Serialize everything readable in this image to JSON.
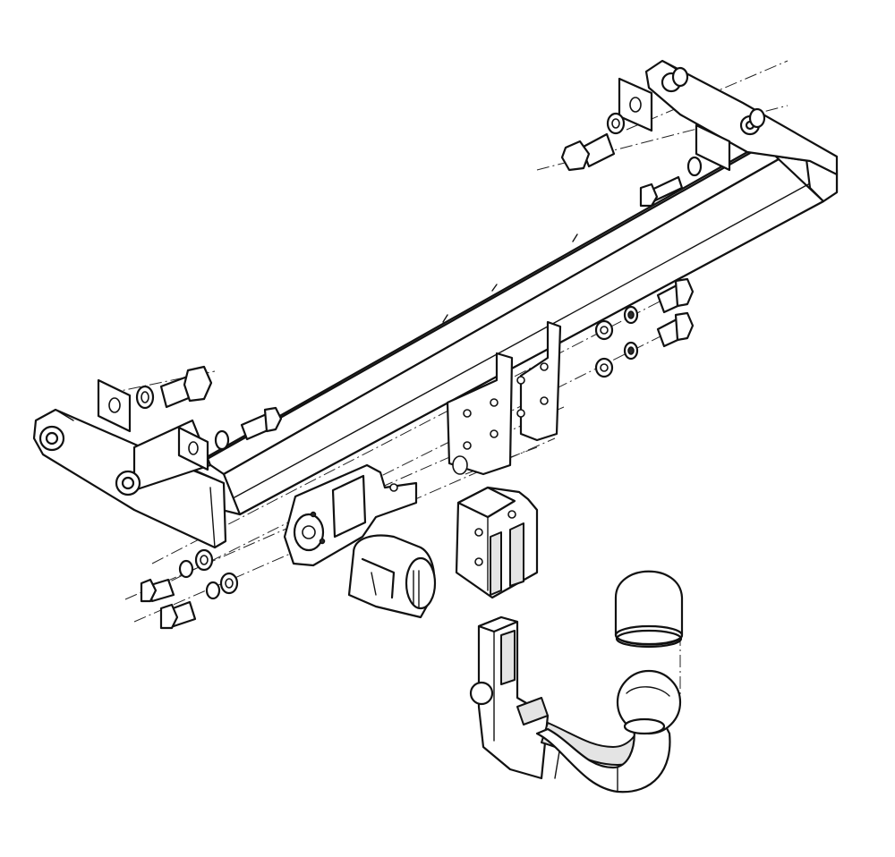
{
  "diagram": {
    "kind": "exploded-assembly-drawing",
    "colors": {
      "line": "#111111",
      "background": "#ffffff",
      "shade": "#e4e4e4"
    },
    "parts": [
      "crossbar-beam",
      "left-mounting-bracket",
      "right-mounting-bracket",
      "backing-plates",
      "hex-bolts",
      "washers",
      "electrical-socket",
      "socket-mounting-plate",
      "socket-cover",
      "receiver-housing",
      "detachable-tow-ball-neck",
      "tow-ball-cap"
    ]
  }
}
